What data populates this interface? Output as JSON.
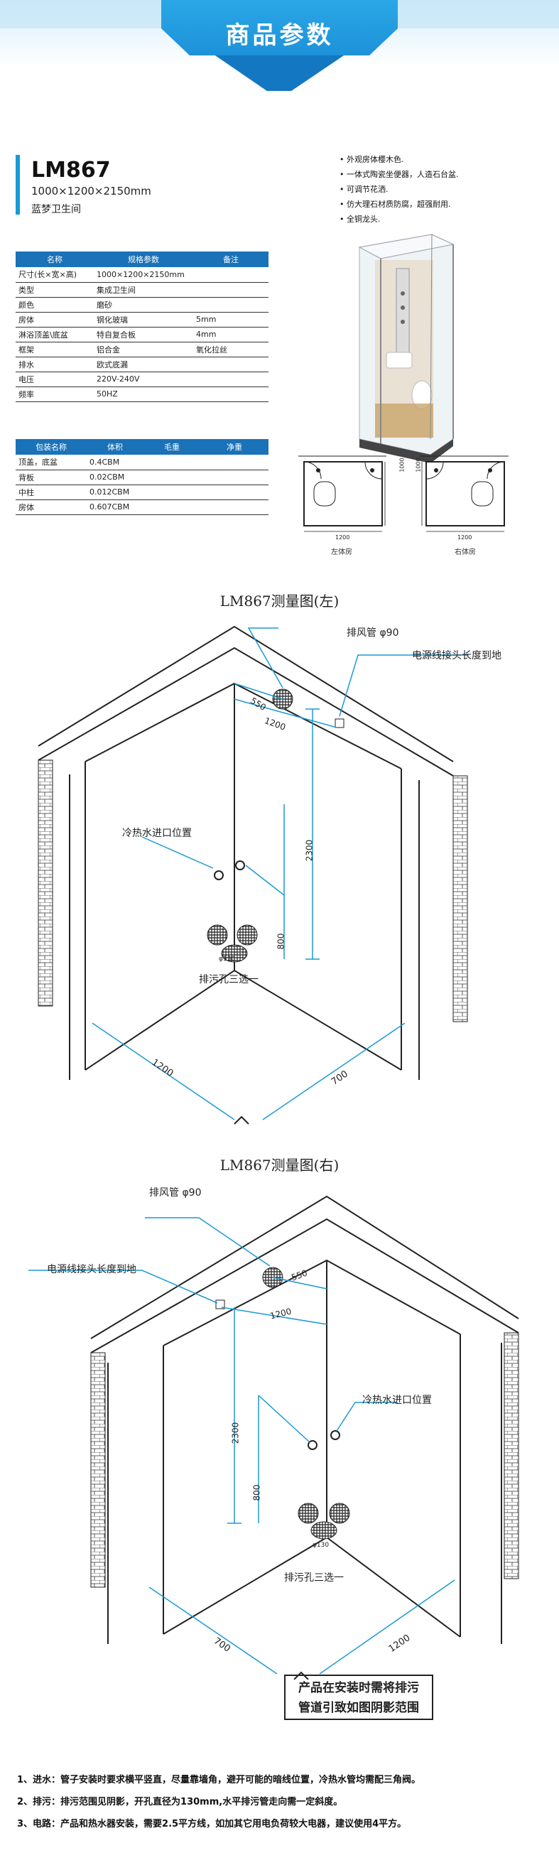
{
  "banner": {
    "title": "商品参数"
  },
  "model": {
    "name": "LM867",
    "size": "1000×1200×2150mm",
    "series": "蓝梦卫生间"
  },
  "spec_table": {
    "headers": [
      "名称",
      "规格参数",
      "备注"
    ],
    "rows": [
      [
        "尺寸(长×宽×高)",
        "1000×1200×2150mm",
        ""
      ],
      [
        "类型",
        "集成卫生间",
        ""
      ],
      [
        "颜色",
        "磨砂",
        ""
      ],
      [
        "房体",
        "钢化玻璃",
        "5mm"
      ],
      [
        "淋浴顶盖\\底盆",
        "特自复合板",
        "4mm"
      ],
      [
        "框架",
        "铝合金",
        "氧化拉丝"
      ],
      [
        "排水",
        "欧式底漏",
        ""
      ],
      [
        "电压",
        "220V-240V",
        ""
      ],
      [
        "频率",
        "50HZ",
        ""
      ]
    ]
  },
  "pack_table": {
    "headers": [
      "包装名称",
      "体积",
      "毛重",
      "净重"
    ],
    "rows": [
      [
        "顶盖，底盆",
        "0.4CBM",
        "",
        ""
      ],
      [
        "背板",
        "0.02CBM",
        "",
        ""
      ],
      [
        "中柱",
        "0.012CBM",
        "",
        ""
      ],
      [
        "房体",
        "0.607CBM",
        "",
        ""
      ]
    ]
  },
  "features": [
    "• 外观房体樱木色.",
    "• 一体式陶瓷坐便器，人造石台盆.",
    "• 可调节花洒.",
    "• 仿大理石材质防腐，超强耐用.",
    "• 全铜龙头."
  ],
  "plans": {
    "left_caption": "左体房",
    "right_caption": "右体房",
    "dim_w": "1200",
    "dim_d": "1000"
  },
  "diagram_left": {
    "title": "LM867测量图(左)",
    "exhaust": "排风管 φ90",
    "power": "电源线接头长度到地",
    "water": "冷热水进口位置",
    "drain": "排污孔三选一",
    "d550": "550",
    "d1200": "1200",
    "d2300": "2300",
    "d800": "800",
    "phi": "φ130",
    "floor_left": "1200",
    "floor_right": "700"
  },
  "diagram_right": {
    "title": "LM867测量图(右)",
    "exhaust": "排风管 φ90",
    "power": "电源线接头长度到地",
    "water": "冷热水进口位置",
    "drain": "排污孔三选一",
    "d550": "550",
    "d1200": "1200",
    "d2300": "2300",
    "d800": "800",
    "phi": "φ130",
    "floor_left": "700",
    "floor_right": "1200"
  },
  "install_note": [
    "产品在安装时需将排污",
    "管道引致如图阴影范围"
  ],
  "notes": [
    "1、进水：管子安装时要求横平竖直，尽量靠墙角，避开可能的暗线位置，冷热水管均需配三角阀。",
    "2、排污：排污范围见阴影，开孔直径为130mm,水平排污管走向需一定斜度。",
    "3、电路：产品和热水器安装，需要2.5平方线，如加其它用电负荷较大电器，建议使用4平方。"
  ],
  "colors": {
    "accent": "#1a9ad6",
    "table_header": "#1a72b8",
    "dimension": "#1a9ad6"
  }
}
